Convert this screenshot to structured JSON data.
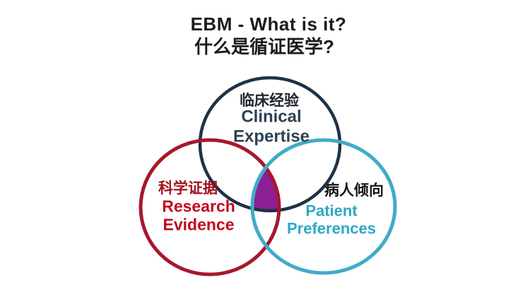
{
  "title": {
    "line1": "EBM - What is it?",
    "line2": "什么是循证医学?",
    "color": "#1b1b1b"
  },
  "venn": {
    "clinical": {
      "zh": "临床经验",
      "en_line1": "Clinical",
      "en_line2": "Expertise",
      "circle_color": "#1e3147",
      "zh_color": "#20262e",
      "en_color": "#2e4154"
    },
    "research": {
      "zh": "科学证据",
      "en_line1": "Research",
      "en_line2": "Evidence",
      "circle_color": "#a6182b",
      "zh_color": "#a1121e",
      "en_color": "#c20a1d"
    },
    "patient": {
      "zh": "病人倾向",
      "en_line1": "Patient",
      "en_line2": "Preferences",
      "circle_color": "#41abc9",
      "zh_color": "#141414",
      "en_color": "#2fa7c5"
    },
    "intersection_color": "#8e1f97",
    "background_color": "#ffffff"
  }
}
